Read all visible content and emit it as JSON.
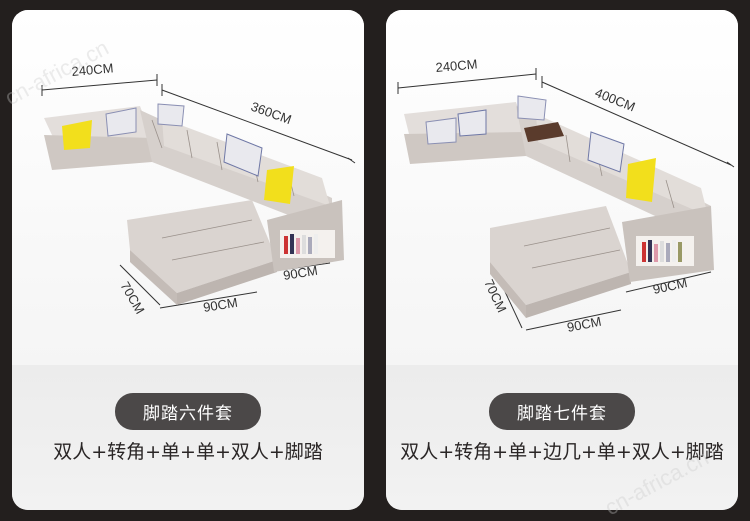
{
  "cards": [
    {
      "dims": {
        "top_left": "240CM",
        "top_right": "360CM",
        "side": "70CM",
        "bottom_a": "90CM",
        "bottom_b": "90CM"
      },
      "set_label": "脚踏六件套",
      "combo": "双人+转角+单+单+双人+脚踏"
    },
    {
      "dims": {
        "top_left": "240CM",
        "top_right": "400CM",
        "side": "70CM",
        "bottom_a": "90CM",
        "bottom_b": "90CM"
      },
      "set_label": "脚踏七件套",
      "combo": "双人+转角+单+边几+单+双人+脚踏"
    }
  ],
  "watermark": {
    "left": "cn-africa.cn",
    "right": "cn-africa.cn"
  },
  "colors": {
    "background": "#231f1e",
    "pill": "#4b4848",
    "upholstery": "#d9d3cf",
    "accent_pillow": "#f2df1c"
  }
}
